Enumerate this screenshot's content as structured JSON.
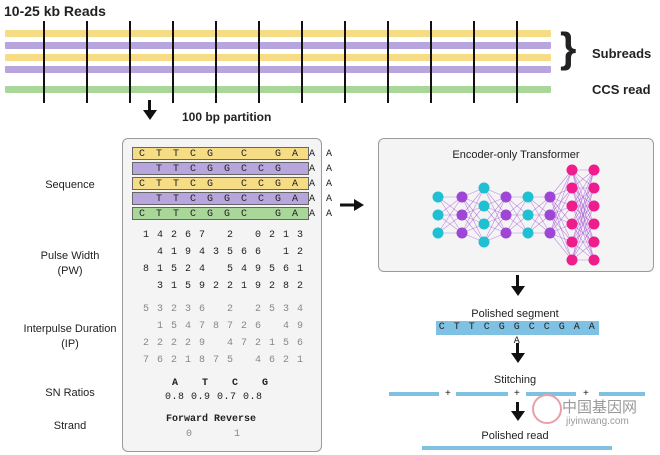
{
  "header": {
    "reads_label": "10-25 kb Reads"
  },
  "read_labels": {
    "subreads": "Subreads",
    "ccs": "CCS read"
  },
  "partition_label": "100 bp partition",
  "left_labels": {
    "sequence": "Sequence",
    "pulse_width": "Pulse Width\n(PW)",
    "interpulse": "Interpulse Duration\n(IP)",
    "sn": "SN Ratios",
    "strand": "Strand"
  },
  "colors": {
    "yellow": "#f7dc86",
    "purple": "#b9a5dd",
    "green": "#a9d79a",
    "blue": "#7ec1e3",
    "node_cyan": "#1fc0d2",
    "node_purple": "#9e46d6",
    "node_pink": "#ee1d8b"
  },
  "sequences": [
    {
      "text": "C T T C G   C   G A A A",
      "color": "yellow"
    },
    {
      "text": "  T T C G G C C G   A A",
      "color": "purple"
    },
    {
      "text": "C T T C G   C C G A A A",
      "color": "yellow"
    },
    {
      "text": "  T T C G G C C G A A A",
      "color": "purple"
    },
    {
      "text": "C T T C G G C   G A A A",
      "color": "green"
    }
  ],
  "pw_rows": [
    "1 4 2 6 7   2   0 2 1 3",
    "  4 1 9 4 3 5 6 6   1 2",
    "8 1 5 2 4   5 4 9 5 6 1",
    "  3 1 5 9 2 2 1 9 2 8 2"
  ],
  "ip_rows": [
    "5 3 2 3 6   2   2 5 3 4",
    "  1 5 4 7 8 7 2 6   4 9",
    "2 2 2 2 9   4 7 2 1 5 6",
    "7 6 2 1 8 7 5   4 6 2 1"
  ],
  "sn": {
    "header": "A   T   C   G",
    "values": "0.8 0.9 0.7 0.8"
  },
  "strand": {
    "header": "Forward Reverse",
    "values": "0       1"
  },
  "transformer_title": "Encoder-only Transformer",
  "polished_segment_label": "Polished segment",
  "polished_sequence": "C T T C G G C C G A A A",
  "stitching_label": "Stitching",
  "plus": "+",
  "polished_read_label": "Polished read",
  "watermark": {
    "cn": "中国基因网",
    "url": "jiyinwang.com"
  }
}
